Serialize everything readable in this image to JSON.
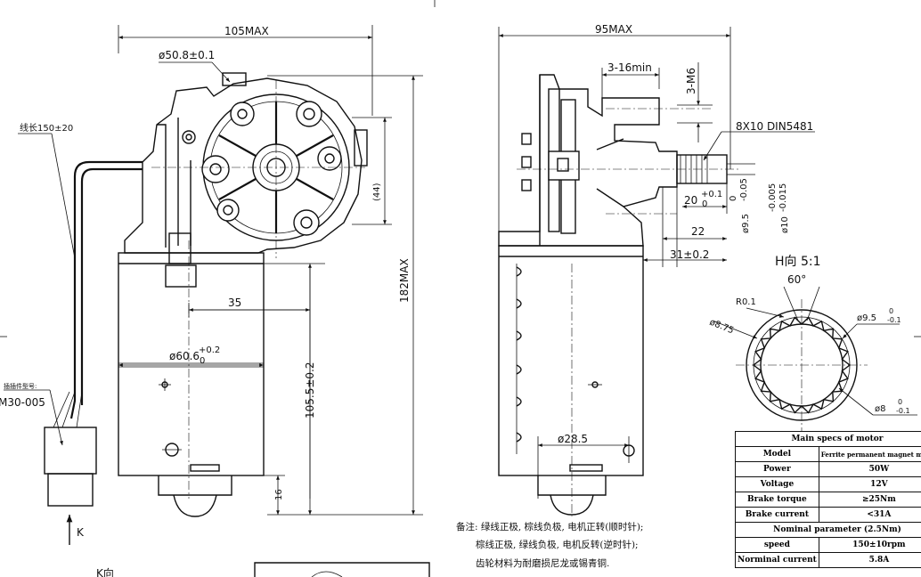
{
  "left_view": {
    "width_dim": "105MAX",
    "flange_dia": "ø50.8±0.1",
    "height_dim": "182MAX",
    "gear_center_dim": "(44)",
    "cable_len": "线长150±20",
    "connector_label": "插插件型号:",
    "connector_model": "M30-005",
    "offset_dim": "35",
    "motor_dia": "ø60.6",
    "motor_dia_tol_upper": "+0.2",
    "motor_dia_tol_lower": "0",
    "body_len_dim": "105.5±0.2",
    "end_cap_dim": "16",
    "view_arrow": "K",
    "view_k_label": "K向"
  },
  "right_view": {
    "width_dim": "95MAX",
    "thread_len": "3-16min",
    "thread_spec": "3-M6",
    "spline_spec": "8X10  DIN5481",
    "spline_len": "20",
    "spline_len_tol_upper": "+0.1",
    "spline_len_tol_lower": "0",
    "shaft_len": "22",
    "shaft_offset": "31±0.2",
    "dia_a": "ø9.5",
    "dia_a_tol_upper": "0",
    "dia_a_tol_lower": "-0.05",
    "dia_b": "ø10",
    "dia_b_tol_upper": "-0.005",
    "dia_b_tol_lower": "-0.015",
    "small_dia": "ø28.5"
  },
  "detail_h": {
    "title": "H向 5:1",
    "angle": "60°",
    "radius": "R0.1",
    "outer_dia": "ø8.75",
    "dia_major": "ø9.5",
    "dia_major_tol_upper": "0",
    "dia_major_tol_lower": "-0.1",
    "dia_minor": "ø8",
    "dia_minor_tol_upper": "0",
    "dia_minor_tol_lower": "-0.1"
  },
  "notes": {
    "line1": "备注: 绿线正极, 棕线负极, 电机正转(顺时针);",
    "line2": "棕线正极, 绿线负极, 电机反转(逆时针);",
    "line3": "齿轮材料为耐磨损尼龙或锡青铜."
  },
  "specs": {
    "title": "Main specs of motor",
    "rows": [
      {
        "label": "Model",
        "value": "Ferrite permanent magnet motor"
      },
      {
        "label": "Power",
        "value": "50W"
      },
      {
        "label": "Voltage",
        "value": "12V"
      },
      {
        "label": "Brake torque",
        "value": "≥25Nm"
      },
      {
        "label": "Brake current",
        "value": "<31A"
      }
    ],
    "nominal_title": "Nominal parameter (2.5Nm)",
    "nominal_rows": [
      {
        "label": "speed",
        "value": "150±10rpm"
      },
      {
        "label": "Norminal current",
        "value": "5.8A"
      }
    ]
  }
}
